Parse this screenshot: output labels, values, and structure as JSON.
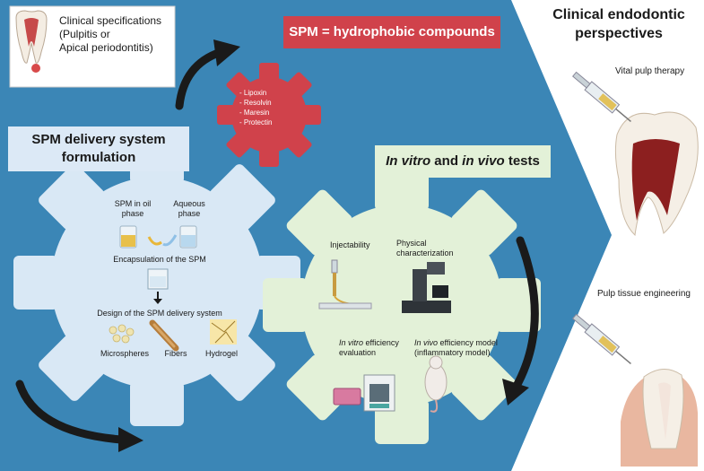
{
  "clinical_spec": {
    "line1": "Clinical specifications",
    "line2": "(Pulpitis or",
    "line3": "Apical periodontitis)"
  },
  "spm_header": "SPM = hydrophobic compounds",
  "spm_list": [
    "- Lipoxin",
    "- Resolvin",
    "- Maresin",
    "- Protectin"
  ],
  "delivery": {
    "title_line1": "SPM delivery system",
    "title_line2": "formulation",
    "oil_phase": [
      "SPM in oil",
      "phase"
    ],
    "aqueous_phase": [
      "Aqueous",
      "phase"
    ],
    "encapsulation": "Encapsulation of the SPM",
    "design": "Design  of the SPM delivery system",
    "microspheres": "Microspheres",
    "fibers": "Fibers",
    "hydrogel": "Hydrogel"
  },
  "tests": {
    "title_it1": "In vitro",
    "title_mid": " and ",
    "title_it2": "in vivo",
    "title_end": " tests",
    "injectability": "Injectability",
    "physical": [
      "Physical",
      "characterization"
    ],
    "invitro_it": "In vitro",
    "invitro_rest": " efficiency",
    "invitro_line2": "evaluation",
    "invivo_it": "In vivo",
    "invivo_rest": " efficiency model",
    "invivo_line2": "(inflammatory model)"
  },
  "perspectives": {
    "title_line1": "Clinical endodontic",
    "title_line2": "perspectives",
    "vital": "Vital pulp therapy",
    "pulp_eng": "Pulp tissue engineering"
  },
  "colors": {
    "background_blue": "#3b86b6",
    "header_red": "#d0424b",
    "gear_red": "#d0424b",
    "gear_lightblue": "#d9e8f5",
    "gear_lightgreen": "#e3f1d8",
    "title_box": "#dce9f6",
    "arrow": "#1a1a1a"
  },
  "icons": [
    "tooth-pulpitis-icon",
    "beaker-icon",
    "syringe-icon",
    "microscope-icon",
    "well-plate-icon",
    "incubator-icon",
    "rat-icon",
    "tooth-syringe-icon"
  ]
}
